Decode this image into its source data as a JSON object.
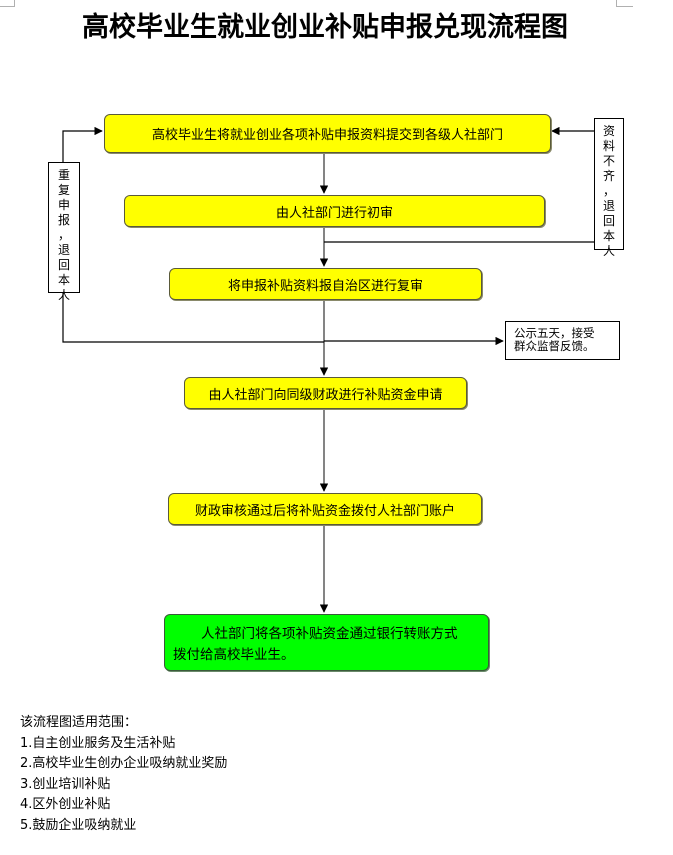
{
  "title": "高校毕业生就业创业补贴申报兑现流程图",
  "steps": [
    {
      "text": "高校毕业生将就业创业各项补贴申报资料提交到各级人社部门",
      "color": "#ffff00"
    },
    {
      "text": "由人社部门进行初审",
      "color": "#ffff00"
    },
    {
      "text": "将申报补贴资料报自治区进行复审",
      "color": "#ffff00"
    },
    {
      "text": "由人社部门向同级财政进行补贴资金申请",
      "color": "#ffff00"
    },
    {
      "text": "财政审核通过后将补贴资金拨付人社部门账户",
      "color": "#ffff00"
    },
    {
      "text_line1": "人社部门将各项补贴资金通过银行转账方式",
      "text_line2": "拨付给高校毕业生。",
      "color": "#00ff00"
    }
  ],
  "side_labels": {
    "left": [
      "重",
      "复",
      "申",
      "报",
      "，",
      "退",
      "回",
      "本",
      "人"
    ],
    "right": [
      "资",
      "料",
      "不",
      "齐",
      "，",
      "退",
      "回",
      "本",
      "人"
    ]
  },
  "note": {
    "line1": "公示五天，接受",
    "line2": "群众监督反馈。"
  },
  "scope": {
    "heading": "该流程图适用范围：",
    "items": [
      "1.自主创业服务及生活补贴",
      "2.高校毕业生创办企业吸纳就业奖励",
      "3.创业培训补贴",
      "4.区外创业补贴",
      "5.鼓励企业吸纳就业"
    ]
  }
}
